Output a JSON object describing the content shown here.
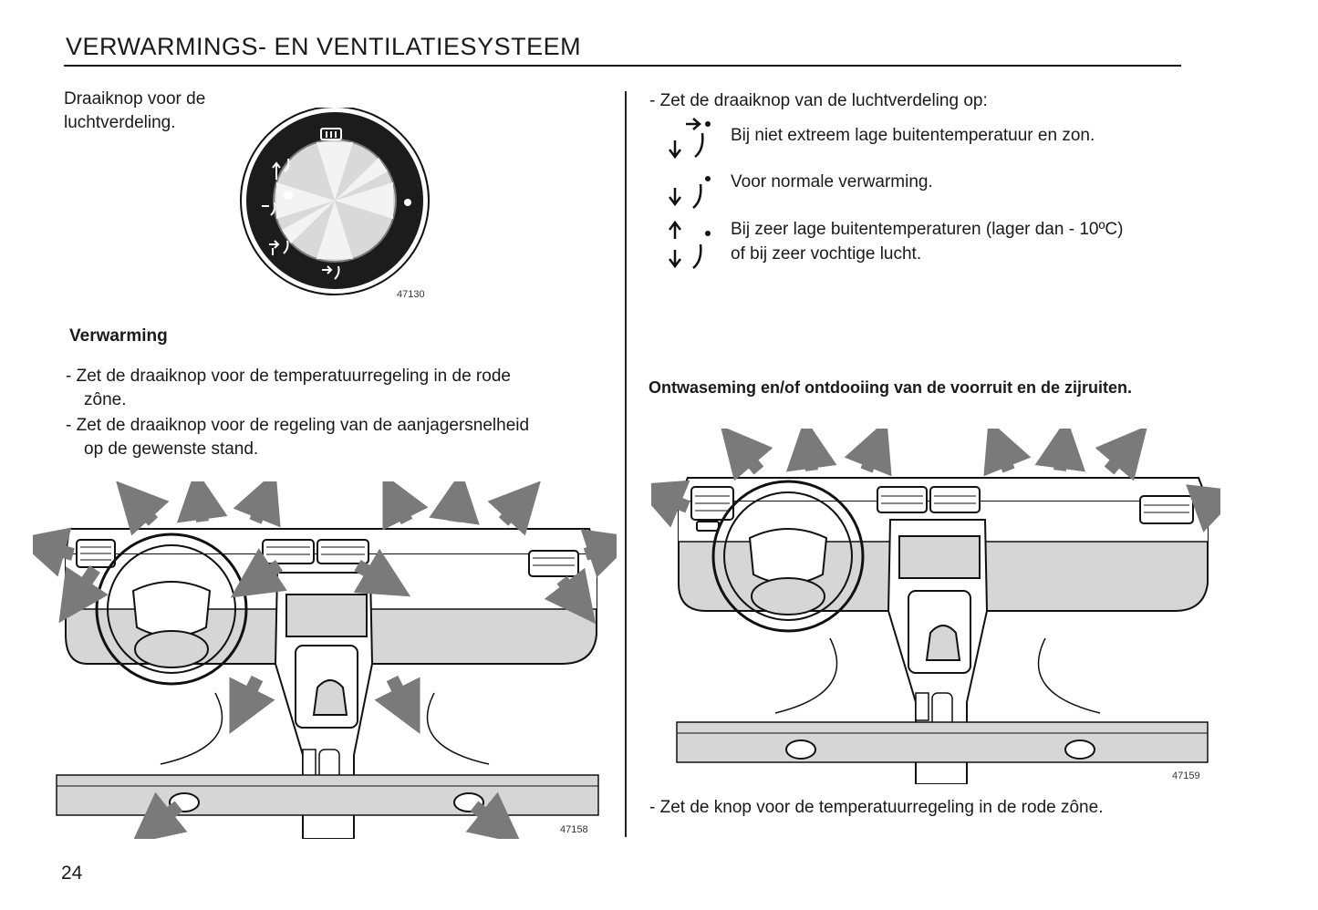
{
  "header": {
    "title": "VERWARMINGS- EN VENTILATIESYSTEEM"
  },
  "left": {
    "knob_caption": [
      "Draaiknop voor de",
      "luchtverdeling."
    ],
    "knob_figure_code": "47130",
    "heading": "Verwarming",
    "bullets": [
      [
        "- Zet de draaiknop voor de temperatuurregeling in de rode",
        "zône."
      ],
      [
        "- Zet de draaiknop voor de regeling van de aanjagersnelheid",
        "op de gewenste stand."
      ]
    ],
    "dash_figure_code": "47158"
  },
  "right": {
    "intro": "- Zet de draaiknop van de luchtverdeling op:",
    "modes": [
      {
        "icon": "vent-up-down-icon",
        "lines": [
          "Bij niet extreem lage buitentemperatuur en zon."
        ]
      },
      {
        "icon": "floor-vent-icon",
        "lines": [
          "Voor normale verwarming."
        ]
      },
      {
        "icon": "defrost-floor-icon",
        "lines": [
          "Bij zeer lage buitentemperaturen (lager dan - 10ºC)",
          "of bij zeer vochtige lucht."
        ]
      }
    ],
    "heading": "Ontwaseming en/of ontdooiing van de voorruit en de zijruiten.",
    "dash_figure_code": "47159",
    "footer_instruction": "- Zet de knop voor de temperatuurregeling in de rode zône."
  },
  "page_number": "24",
  "colors": {
    "ink": "#1a1a1a",
    "arrow_gray": "#7a7a7a",
    "panel_gray": "#d6d6d6"
  }
}
